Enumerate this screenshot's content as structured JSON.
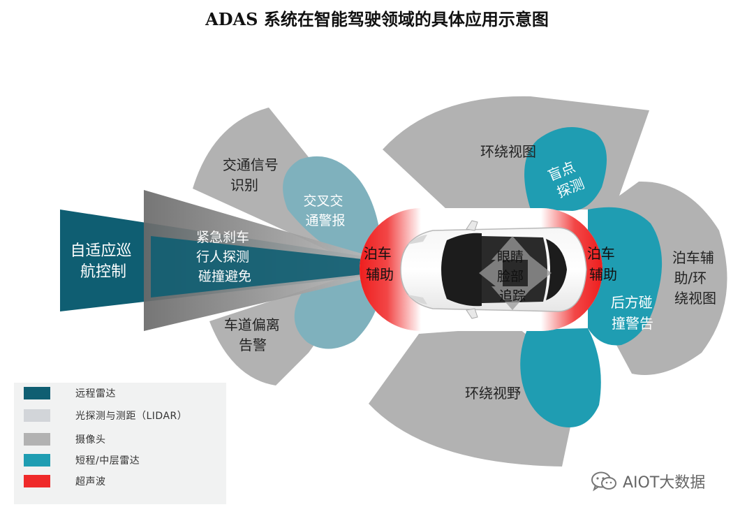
{
  "title": "ADAS 系统在智能驾驶领域的具体应用示意图",
  "regions": {
    "acc": [
      "自适应巡",
      "航控制"
    ],
    "aeb": [
      "紧急刹车",
      "行人探测",
      "碰撞避免"
    ],
    "traffic_sign": [
      "交通信号",
      "识别"
    ],
    "cross_traffic": [
      "交叉交",
      "通警报"
    ],
    "lane_departure": [
      "车道偏离",
      "告警"
    ],
    "surround_view_top": [
      "环绕视图"
    ],
    "surround_view_bottom": [
      "环绕视野"
    ],
    "blind_spot": [
      "盲点",
      "探测"
    ],
    "park_assist_front": [
      "泊车",
      "辅助"
    ],
    "park_assist_rear": [
      "泊车",
      "辅助"
    ],
    "driver_monitor": [
      "眼睛",
      "脸部",
      "追踪"
    ],
    "rear_collision": [
      "后方碰",
      "撞警告"
    ],
    "park_surround_right": [
      "泊车辅",
      "助/环",
      "绕视图"
    ]
  },
  "legend": [
    {
      "label": "远程雷达",
      "color": "#0f5e72"
    },
    {
      "label": "光探测与测距（LIDAR）",
      "color": "#d2d5d9"
    },
    {
      "label": "摄像头",
      "color": "#b2b2b2"
    },
    {
      "label": "短程/中层雷达",
      "color": "#1f9db2"
    },
    {
      "label": "超声波",
      "color": "#ef2a2a"
    }
  ],
  "colors": {
    "long_range_radar": "#0f5e72",
    "lidar": "#d2d5d9",
    "camera": "#b2b2b2",
    "short_mid_radar": "#1f9db2",
    "ultrasonic": "#ef2a2a",
    "cross_traffic_radar": "#7fb1bd"
  },
  "watermark": "AIOT大数据",
  "watermark_icon": "wechat-icon"
}
